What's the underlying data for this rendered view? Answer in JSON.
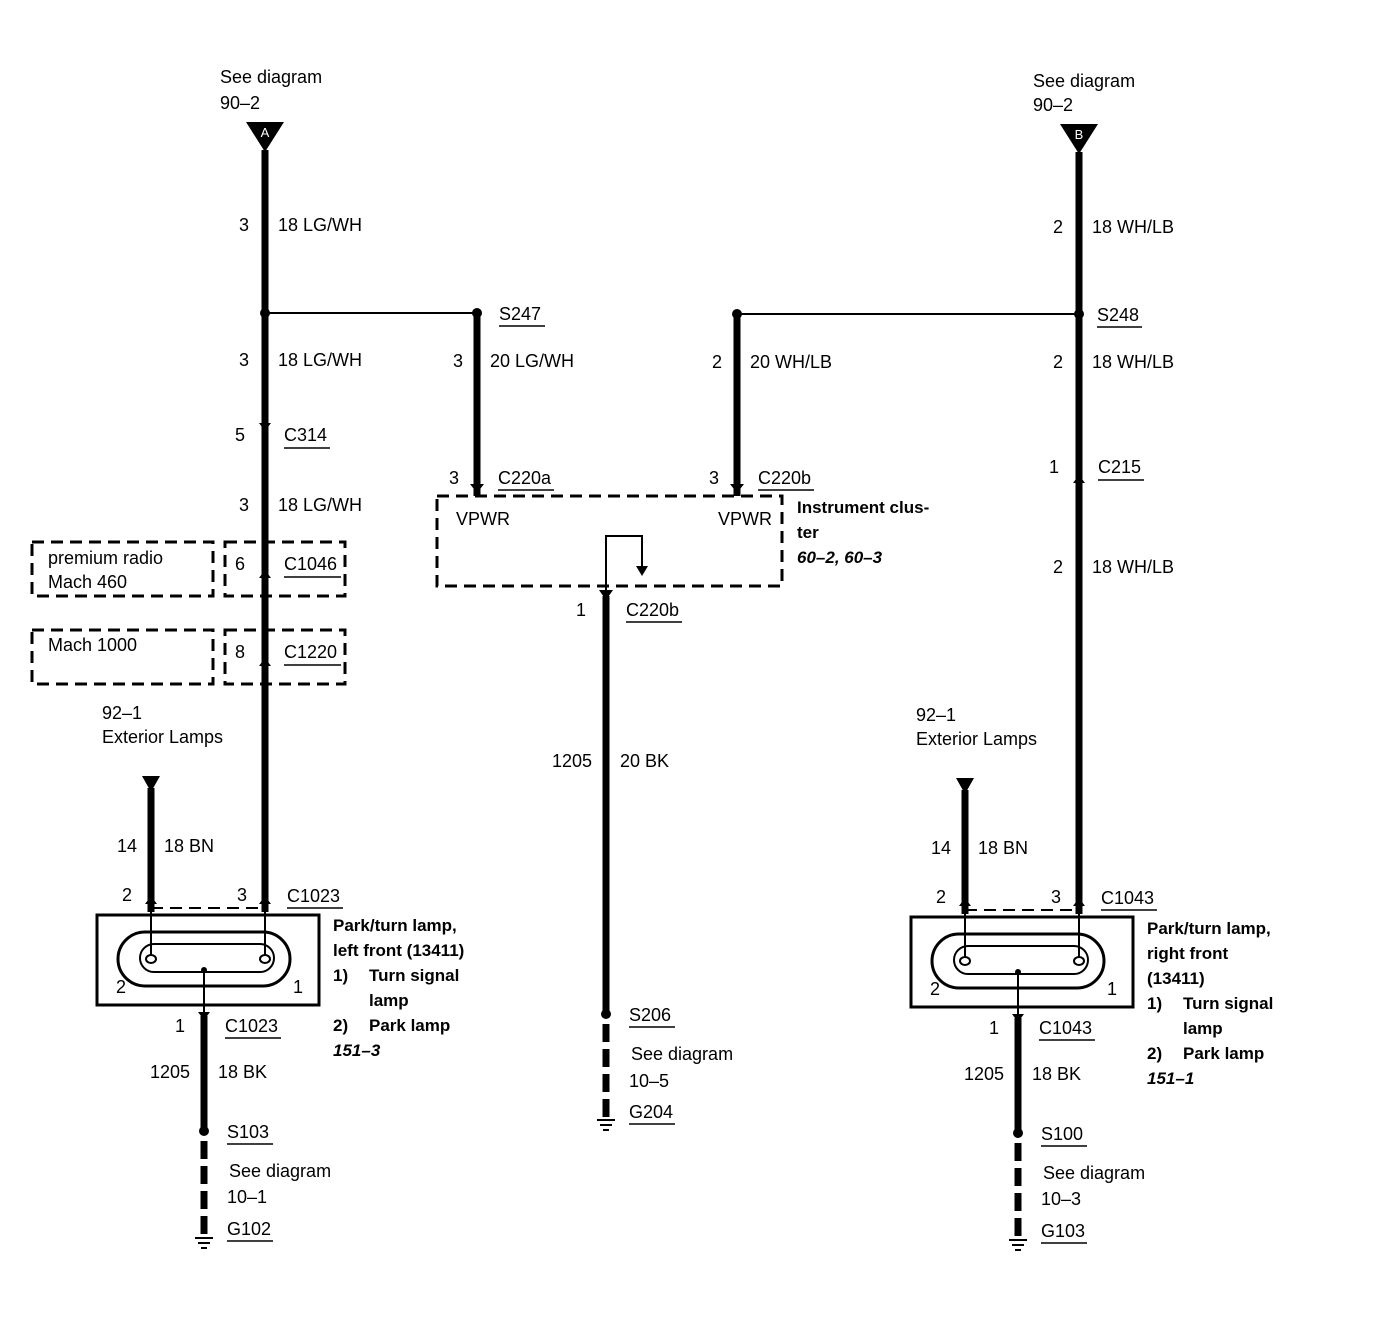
{
  "ref_a": {
    "see": "See diagram",
    "page": "90–2",
    "letter": "A"
  },
  "ref_b": {
    "see": "See diagram",
    "page": "90–2",
    "letter": "B"
  },
  "left_wires": {
    "w1_pin": "3",
    "w1_label": "18 LG/WH",
    "w2_pin": "3",
    "w2_label": "18 LG/WH",
    "c314_pin": "5",
    "c314": "C314",
    "w3_pin": "3",
    "w3_label": "18 LG/WH",
    "c1046_pin": "6",
    "c1046": "C1046",
    "c1220_pin": "8",
    "c1220": "C1220",
    "premium_line1": "premium radio",
    "premium_line2": "Mach 460",
    "mach1000": "Mach 1000"
  },
  "splices": {
    "s247": "S247",
    "s248": "S248"
  },
  "cluster": {
    "w_left_pin": "3",
    "w_left_label": "20 LG/WH",
    "w_right_pin": "2",
    "w_right_label": "20 WH/LB",
    "c220a_pin": "3",
    "c220a": "C220a",
    "c220b_pin": "3",
    "c220b": "C220b",
    "vpwr_left": "VPWR",
    "vpwr_right": "VPWR",
    "name_line1": "Instrument clus-",
    "name_line2": "ter",
    "refs": "60–2, 60–3",
    "ground_pin": "1",
    "ground_conn": "C220b",
    "ground_circuit": "1205",
    "ground_label": "20 BK",
    "splice": "S206",
    "see": "See diagram",
    "see_page": "10–5",
    "ground": "G204"
  },
  "right_wires": {
    "w1_pin": "2",
    "w1_label": "18 WH/LB",
    "w2_pin": "2",
    "w2_label": "18 WH/LB",
    "c215_pin": "1",
    "c215": "C215",
    "w3_pin": "2",
    "w3_label": "18 WH/LB"
  },
  "left_lamp": {
    "ext_ref": "92–1",
    "ext_name": "Exterior Lamps",
    "bn_circuit": "14",
    "bn_label": "18 BN",
    "pin2": "2",
    "pin3": "3",
    "conn": "C1023",
    "inner_pin2": "2",
    "inner_pin1": "1",
    "name_line1": "Park/turn lamp,",
    "name_line2": "left front (13411)",
    "item1_num": "1)",
    "item1_line1": "Turn signal",
    "item1_line2": "lamp",
    "item2_num": "2)",
    "item2": "Park lamp",
    "ref": "151–3",
    "gnd_pin": "1",
    "gnd_conn": "C1023",
    "gnd_circuit": "1205",
    "gnd_label": "18 BK",
    "splice": "S103",
    "see": "See diagram",
    "see_page": "10–1",
    "ground": "G102"
  },
  "right_lamp": {
    "ext_ref": "92–1",
    "ext_name": "Exterior Lamps",
    "bn_circuit": "14",
    "bn_label": "18 BN",
    "pin2": "2",
    "pin3": "3",
    "conn": "C1043",
    "inner_pin2": "2",
    "inner_pin1": "1",
    "name_line1": "Park/turn lamp,",
    "name_line2": "right front",
    "name_line3": "(13411)",
    "item1_num": "1)",
    "item1_line1": "Turn signal",
    "item1_line2": "lamp",
    "item2_num": "2)",
    "item2": "Park lamp",
    "ref": "151–1",
    "gnd_pin": "1",
    "gnd_conn": "C1043",
    "gnd_circuit": "1205",
    "gnd_label": "18 BK",
    "splice": "S100",
    "see": "See diagram",
    "see_page": "10–3",
    "ground": "G103"
  }
}
